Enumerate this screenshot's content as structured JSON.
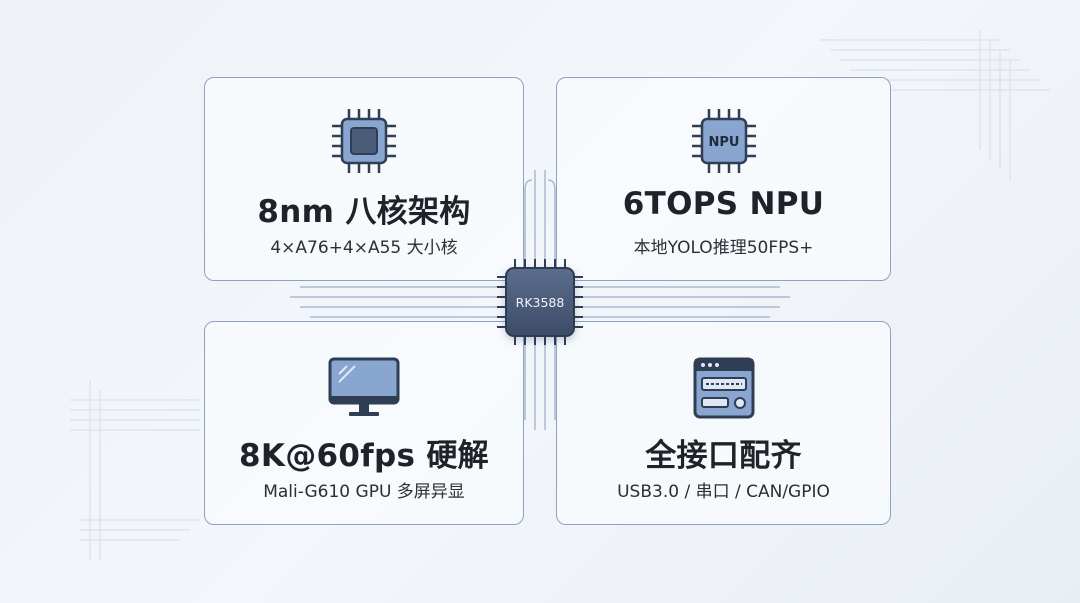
{
  "center_chip": {
    "label": "RK3588"
  },
  "cards": [
    {
      "title": "8nm 八核架构",
      "subtitle": "4×A76+4×A55 大小核",
      "icon": "cpu-chip-icon"
    },
    {
      "title": "6TOPS NPU",
      "subtitle": "本地YOLO推理50FPS+",
      "icon": "npu-chip-icon",
      "icon_label": "NPU"
    },
    {
      "title": "8K@60fps 硬解",
      "subtitle": "Mali-G610 GPU 多屏异显",
      "icon": "monitor-icon"
    },
    {
      "title": "全接口配齐",
      "subtitle": "USB3.0 / 串口 / CAN/GPIO",
      "icon": "io-panel-icon"
    }
  ],
  "colors": {
    "card_border": "#8ea3c1",
    "chip_body": "#4a5b78",
    "icon_fill": "#7f9cc4",
    "title_text": "#1f2329"
  }
}
